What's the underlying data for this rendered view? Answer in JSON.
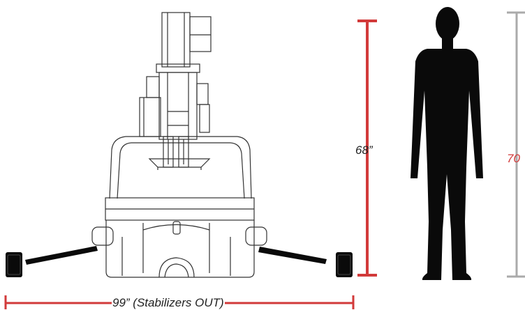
{
  "dimensions": {
    "machine_height": {
      "value": "68”",
      "color": "#d23a3a"
    },
    "person_height": {
      "value": "70",
      "color": "#aaaaaa",
      "label_color": "#d23a3a"
    },
    "stabilizer_width": {
      "value": "99” (Stabilizers OUT)",
      "color": "#d23a3a"
    }
  },
  "colors": {
    "outline": "#333333",
    "silhouette": "#0a0a0a",
    "background": "#ffffff"
  }
}
